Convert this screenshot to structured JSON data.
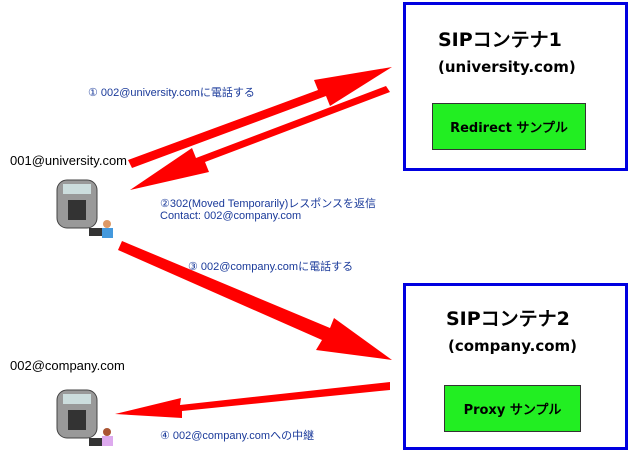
{
  "containers": [
    {
      "title": "SIPコンテナ1",
      "domain": "(university.com)",
      "app": "Redirect サンプル"
    },
    {
      "title": "SIPコンテナ2",
      "domain": "(company.com)",
      "app": "Proxy サンプル"
    }
  ],
  "users": [
    {
      "address": "001@university.com"
    },
    {
      "address": "002@company.com"
    }
  ],
  "steps": [
    {
      "label": "① 002@university.comに電話する"
    },
    {
      "label": "②302(Moved Temporarily)レスポンスを返信",
      "label2": "Contact: 002@company.com"
    },
    {
      "label": "③ 002@company.comに電話する"
    },
    {
      "label": "④ 002@company.comへの中継"
    }
  ],
  "colors": {
    "arrow": "#ff0000",
    "box_border": "#0000e0",
    "app_fill": "#22ee22",
    "label": "#1a3a9a"
  }
}
